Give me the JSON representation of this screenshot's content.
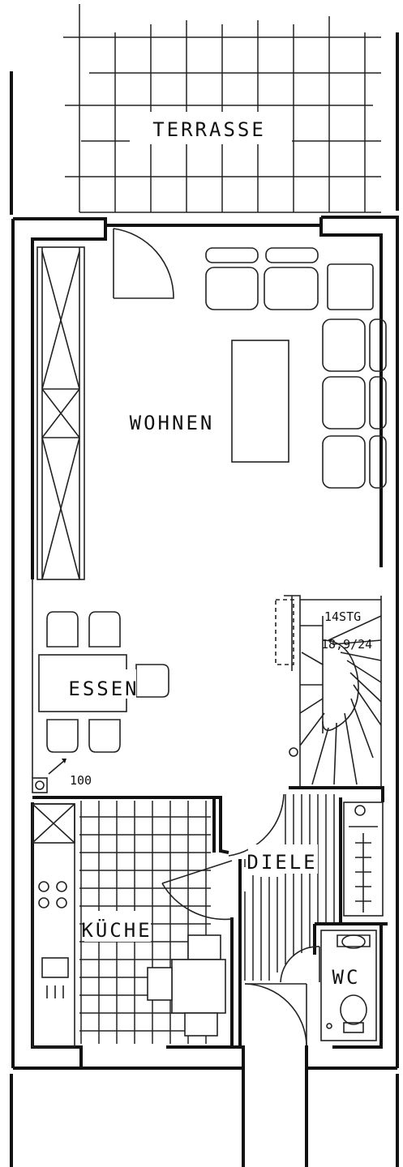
{
  "labels": {
    "terrace": "TERRASSE",
    "living": "WOHNEN",
    "dining": "ESSEN",
    "kitchen": "KÜCHE",
    "hall": "DIELE",
    "wc": "WC",
    "stairs": "14STG",
    "stairs_dims": "18,9/24",
    "level_marker": "100"
  }
}
